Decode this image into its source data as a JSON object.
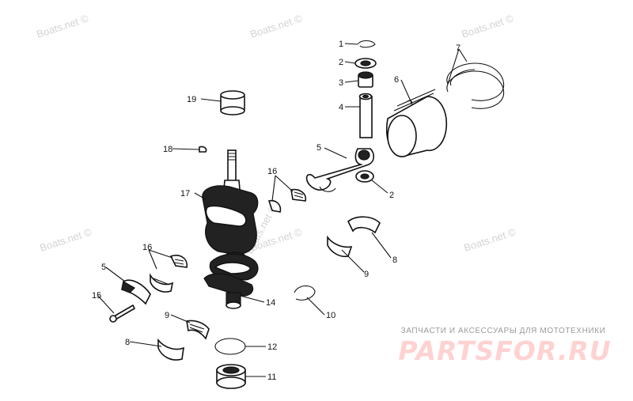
{
  "watermarks": [
    "Boats.net ©",
    "Boats.net ©",
    "Boats.net ©",
    "Boats.net ©",
    "Boats.net ©",
    "Boats.net ©",
    "Boats.net ©"
  ],
  "brand": {
    "subtitle": "ЗАПЧАСТИ И АКСЕССУАРЫ ДЛЯ МОТОТЕХНИКИ",
    "name": "PARTSFOR.RU",
    "color": "#ffd2d2"
  },
  "callouts": [
    "1",
    "2",
    "3",
    "4",
    "5",
    "6",
    "7",
    "2",
    "19",
    "18",
    "16",
    "17",
    "8",
    "9",
    "16",
    "5",
    "15",
    "9",
    "8",
    "14",
    "10",
    "12",
    "11"
  ]
}
